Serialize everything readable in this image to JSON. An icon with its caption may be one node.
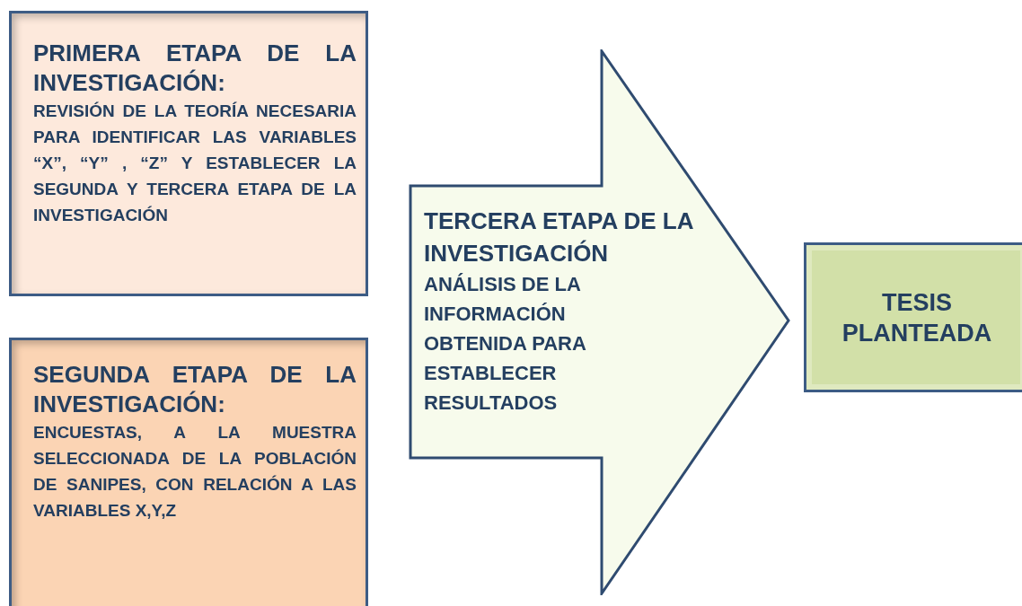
{
  "diagram": {
    "nodes": [
      {
        "text": [
          "PRIMERA ETAPA DE LA INVESTIGACIÓN:",
          "REVISIÓN DE LA TEORÍA NECESARIA PARA IDENTIFICAR LAS VARIABLES “X”, “Y” , “Z” Y ESTABLECER LA SEGUNDA Y TERCERA ETAPA DE LA INVESTIGACIÓN"
        ]
      },
      {
        "text": [
          "SEGUNDA ETAPA DE LA INVESTIGACIÓN:",
          "ENCUESTAS, A LA MUESTRA SELECCIONADA DE LA POBLACIÓN DE SANIPES, CON RELACIÓN A LAS VARIABLES X,Y,Z"
        ]
      },
      {
        "text": [
          "TERCERA ETAPA DE LA INVESTIGACIÓN",
          "ANÁLISIS DE LA INFORMACIÓN OBTENIDA PARA ESTABLECER RESULTADOS"
        ]
      },
      {
        "text": [
          "TESIS PLANTEADA"
        ]
      }
    ]
  }
}
